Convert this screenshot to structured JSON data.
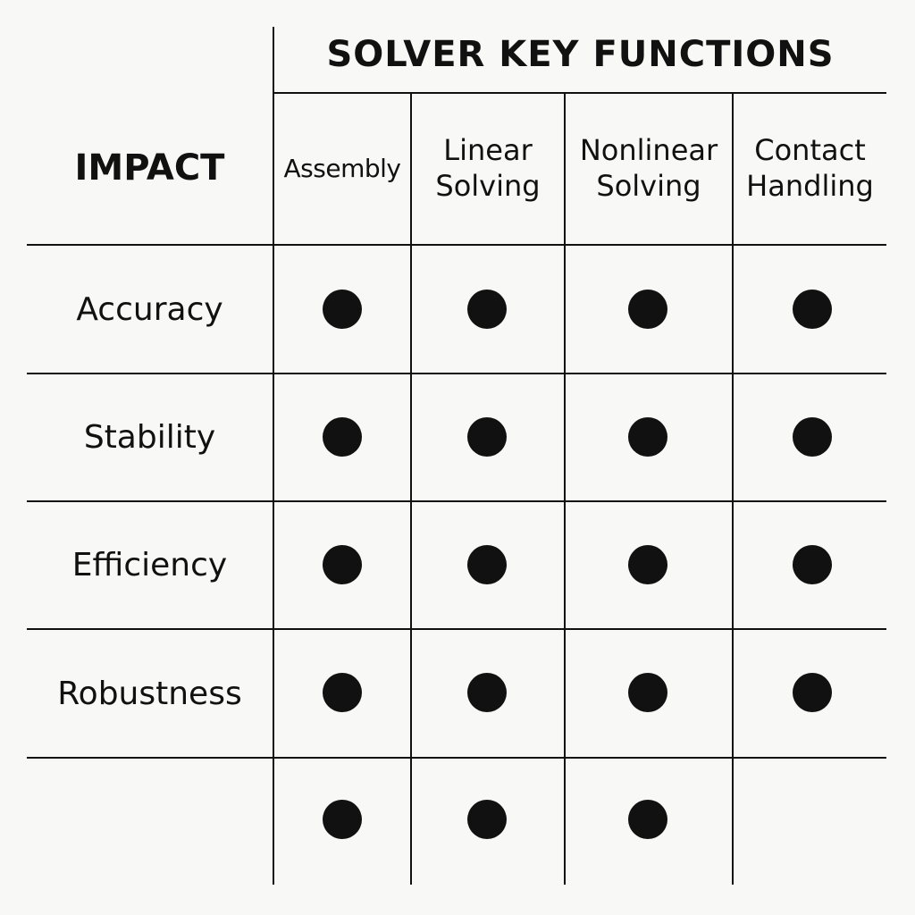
{
  "matrix": {
    "title": "SOLVER KEY FUNCTIONS",
    "corner_label": "IMPACT",
    "columns": [
      "Assembly",
      "Linear\nSolving",
      "Nonlinear\nSolving",
      "Contact\nHandling"
    ],
    "rows": [
      "Accuracy",
      "Stability",
      "Efficiency",
      "Robustness",
      ""
    ],
    "marks": [
      [
        true,
        true,
        true,
        true
      ],
      [
        true,
        true,
        true,
        true
      ],
      [
        true,
        true,
        true,
        true
      ],
      [
        true,
        true,
        true,
        true
      ],
      [
        true,
        true,
        true,
        false
      ]
    ],
    "colors": {
      "ink": "#111111",
      "background": "#f8f8f6"
    },
    "mark_icon": "filled-circle"
  }
}
